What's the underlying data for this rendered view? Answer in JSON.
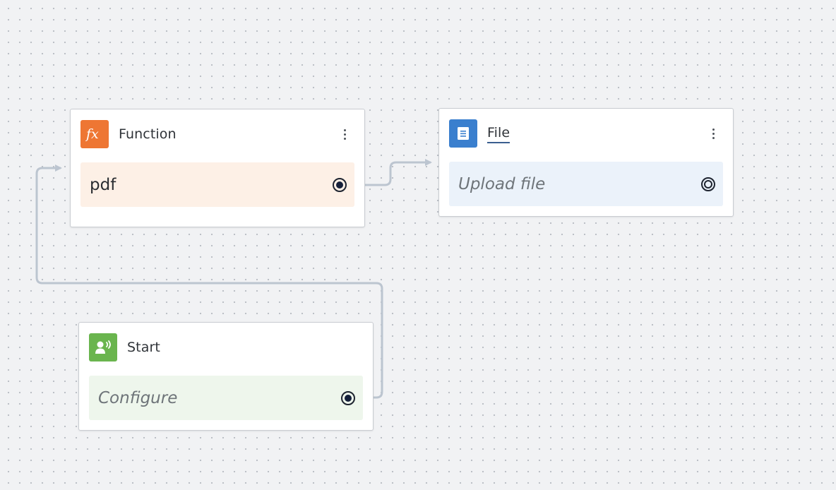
{
  "nodes": {
    "function": {
      "title": "Function",
      "icon": "function-fx-icon",
      "icon_color": "#ee7633",
      "body_text": "pdf",
      "body_color": "#fdf0e6"
    },
    "file": {
      "title": "File",
      "icon": "document-icon",
      "icon_color": "#3a7fce",
      "body_placeholder": "Upload file",
      "body_color": "#ebf2fa"
    },
    "start": {
      "title": "Start",
      "icon": "voice-user-icon",
      "icon_color": "#6ab54e",
      "body_placeholder": "Configure",
      "body_color": "#eef6ec"
    }
  },
  "edges": [
    {
      "from": "function",
      "to": "file"
    },
    {
      "from": "start",
      "to": "function"
    }
  ],
  "colors": {
    "canvas_background": "#f1f2f4",
    "edge": "#bcc5d0",
    "port": "#15203a"
  }
}
